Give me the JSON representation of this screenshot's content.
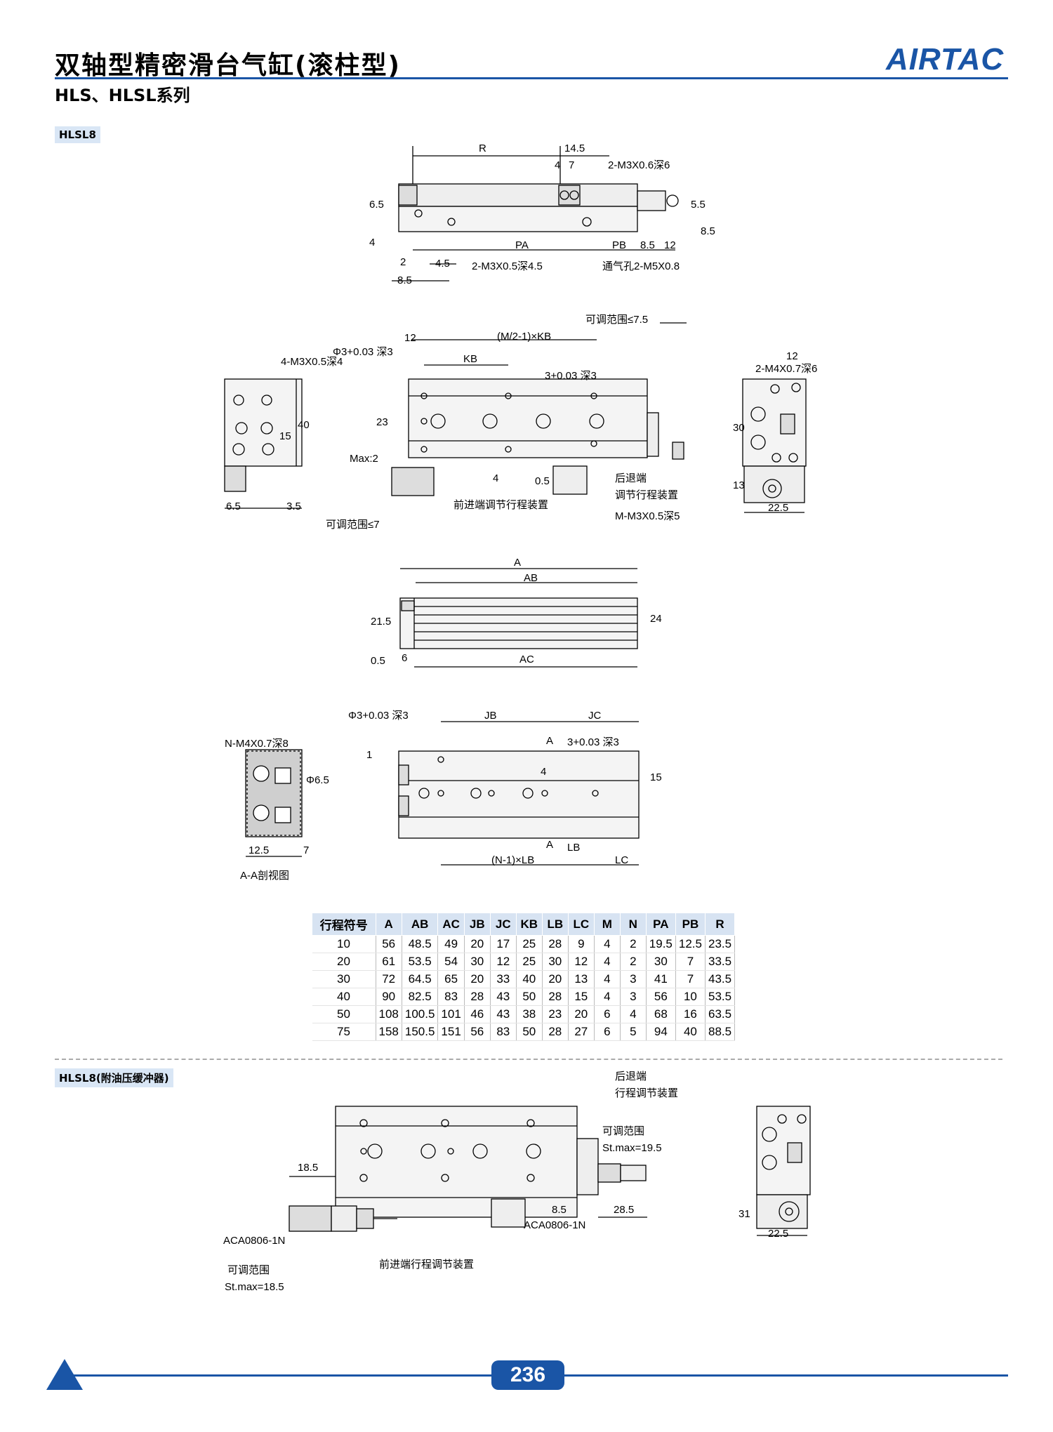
{
  "header": {
    "title": "双轴型精密滑台气缸(滚柱型)",
    "subtitle": "HLS、HLSL系列",
    "brand": "AIRTAC",
    "accent_color": "#1a55a6"
  },
  "sections": {
    "model_1": "HLSL8",
    "model_2": "HLSL8(附油压缓冲器)"
  },
  "drawing_labels": {
    "top_view": {
      "r": "R",
      "d14_5": "14.5",
      "d4": "4",
      "d7": "7",
      "thread_a": "2-M3X0.6深6",
      "d6_5": "6.5",
      "d4b": "4",
      "d5_5": "5.5",
      "d8_5v": "8.5",
      "pa": "PA",
      "pb": "PB",
      "d8_5": "8.5",
      "d12": "12",
      "d2": "2",
      "d4_5": "4.5",
      "thread_b": "2-M3X0.5深4.5",
      "vent": "通气孔2-M5X0.8",
      "d8_5b": "8.5"
    },
    "front_view": {
      "adj_range_rear": "可调范围≤7.5",
      "d12": "12",
      "mkb": "(M/2-1)×KB",
      "hole": "Φ3+0.03 深3",
      "kb": "KB",
      "hole_v": "3+0.03 深3",
      "d23": "23",
      "max2": "Max:2",
      "d4": "4",
      "d0_5": "0.5",
      "rear_end": "后退端",
      "rear_adj": "调节行程装置",
      "front_adj": "前进端调节行程装置",
      "m_thread": "M-M3X0.5深5",
      "side_thread": "4-M3X0.5深4",
      "d40": "40",
      "d15": "15",
      "d6_5": "6.5",
      "d3_5": "3.5",
      "adj_range_front": "可调范围≤7",
      "right_thread": "2-M4X0.7深6",
      "d12r": "12",
      "d30": "30",
      "d13": "13",
      "d22_5": "22.5"
    },
    "bottom_view": {
      "a": "A",
      "ab": "AB",
      "d21_5": "21.5",
      "d24": "24",
      "d0_5": "0.5",
      "d6": "6",
      "ac": "AC"
    },
    "lower_view": {
      "hole": "Φ3+0.03 深3",
      "jb": "JB",
      "jc": "JC",
      "hole_v": "3+0.03 深3",
      "a_mark": "A",
      "d1": "1",
      "d4": "4",
      "d15": "15",
      "a_mark2": "A",
      "lb": "LB",
      "nlb": "(N-1)×LB",
      "lc": "LC",
      "n_thread": "N-M4X0.7深8",
      "phi6_5": "Φ6.5",
      "d12_5": "12.5",
      "d7": "7",
      "section": "A-A剖视图"
    },
    "buffer_view": {
      "rear_end": "后退端",
      "rear_adj": "行程调节装置",
      "adj_range": "可调范围",
      "st_max_rear": "St.max=19.5",
      "d18_5": "18.5",
      "d8_5": "8.5",
      "d28_5": "28.5",
      "aca_rear": "ACA0806-1N",
      "aca_front": "ACA0806-1N",
      "adj_range_front": "可调范围",
      "st_max_front": "St.max=18.5",
      "front_adj": "前进端行程调节装置",
      "d31": "31",
      "d22_5": "22.5"
    }
  },
  "spec_table": {
    "headers": [
      "行程符号",
      "A",
      "AB",
      "AC",
      "JB",
      "JC",
      "KB",
      "LB",
      "LC",
      "M",
      "N",
      "PA",
      "PB",
      "R"
    ],
    "rows": [
      [
        "10",
        "56",
        "48.5",
        "49",
        "20",
        "17",
        "25",
        "28",
        "9",
        "4",
        "2",
        "19.5",
        "12.5",
        "23.5"
      ],
      [
        "20",
        "61",
        "53.5",
        "54",
        "30",
        "12",
        "25",
        "30",
        "12",
        "4",
        "2",
        "30",
        "7",
        "33.5"
      ],
      [
        "30",
        "72",
        "64.5",
        "65",
        "20",
        "33",
        "40",
        "20",
        "13",
        "4",
        "3",
        "41",
        "7",
        "43.5"
      ],
      [
        "40",
        "90",
        "82.5",
        "83",
        "28",
        "43",
        "50",
        "28",
        "15",
        "4",
        "3",
        "56",
        "10",
        "53.5"
      ],
      [
        "50",
        "108",
        "100.5",
        "101",
        "46",
        "43",
        "38",
        "23",
        "20",
        "6",
        "4",
        "68",
        "16",
        "63.5"
      ],
      [
        "75",
        "158",
        "150.5",
        "151",
        "56",
        "83",
        "50",
        "28",
        "27",
        "6",
        "5",
        "94",
        "40",
        "88.5"
      ]
    ]
  },
  "footer": {
    "page_number": "236"
  }
}
